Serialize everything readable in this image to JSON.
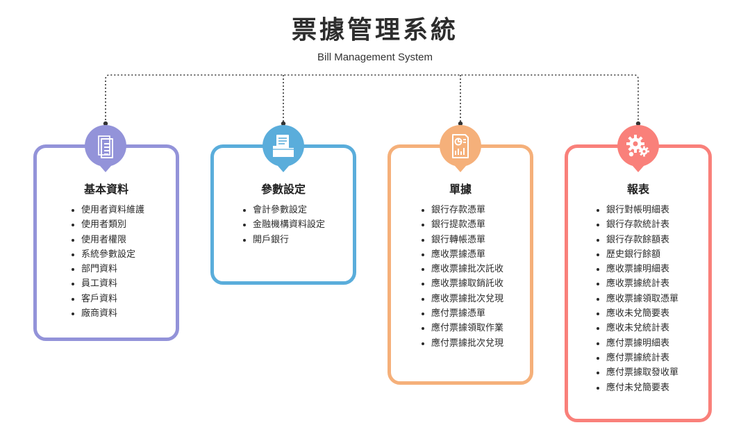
{
  "title": "票據管理系統",
  "subtitle": "Bill Management System",
  "modules": [
    {
      "name": "基本資料",
      "color": "#9393d9",
      "icon": "document-icon",
      "items": [
        "使用者資料維護",
        "使用者類別",
        "使用者權限",
        "系統參數設定",
        "部門資料",
        "員工資料",
        "客戶資料",
        "廠商資料"
      ]
    },
    {
      "name": "參數設定",
      "color": "#5aaddb",
      "icon": "folder-icon",
      "items": [
        "會計參數設定",
        "金融機構資料設定",
        "開戶銀行"
      ]
    },
    {
      "name": "單據",
      "color": "#f5b07a",
      "icon": "report-icon",
      "items": [
        "銀行存款憑單",
        "銀行提款憑單",
        "銀行轉帳憑單",
        "應收票據憑單",
        "應收票據批次託收",
        "應收票據取銷託收",
        "應收票據批次兌現",
        "應付票據憑單",
        "應付票據領取作業",
        "應付票據批次兌現"
      ]
    },
    {
      "name": "報表",
      "color": "#f9807a",
      "icon": "gears-icon",
      "items": [
        "銀行對帳明細表",
        "銀行存款統計表",
        "銀行存款餘額表",
        "歷史銀行餘額",
        "應收票據明細表",
        "應收票據統計表",
        "應收票據領取憑單",
        "應收未兌簡要表",
        "應收未兌統計表",
        "應付票據明細表",
        "應付票據統計表",
        "應付票據取發收單",
        "應付未兌簡要表"
      ]
    }
  ]
}
